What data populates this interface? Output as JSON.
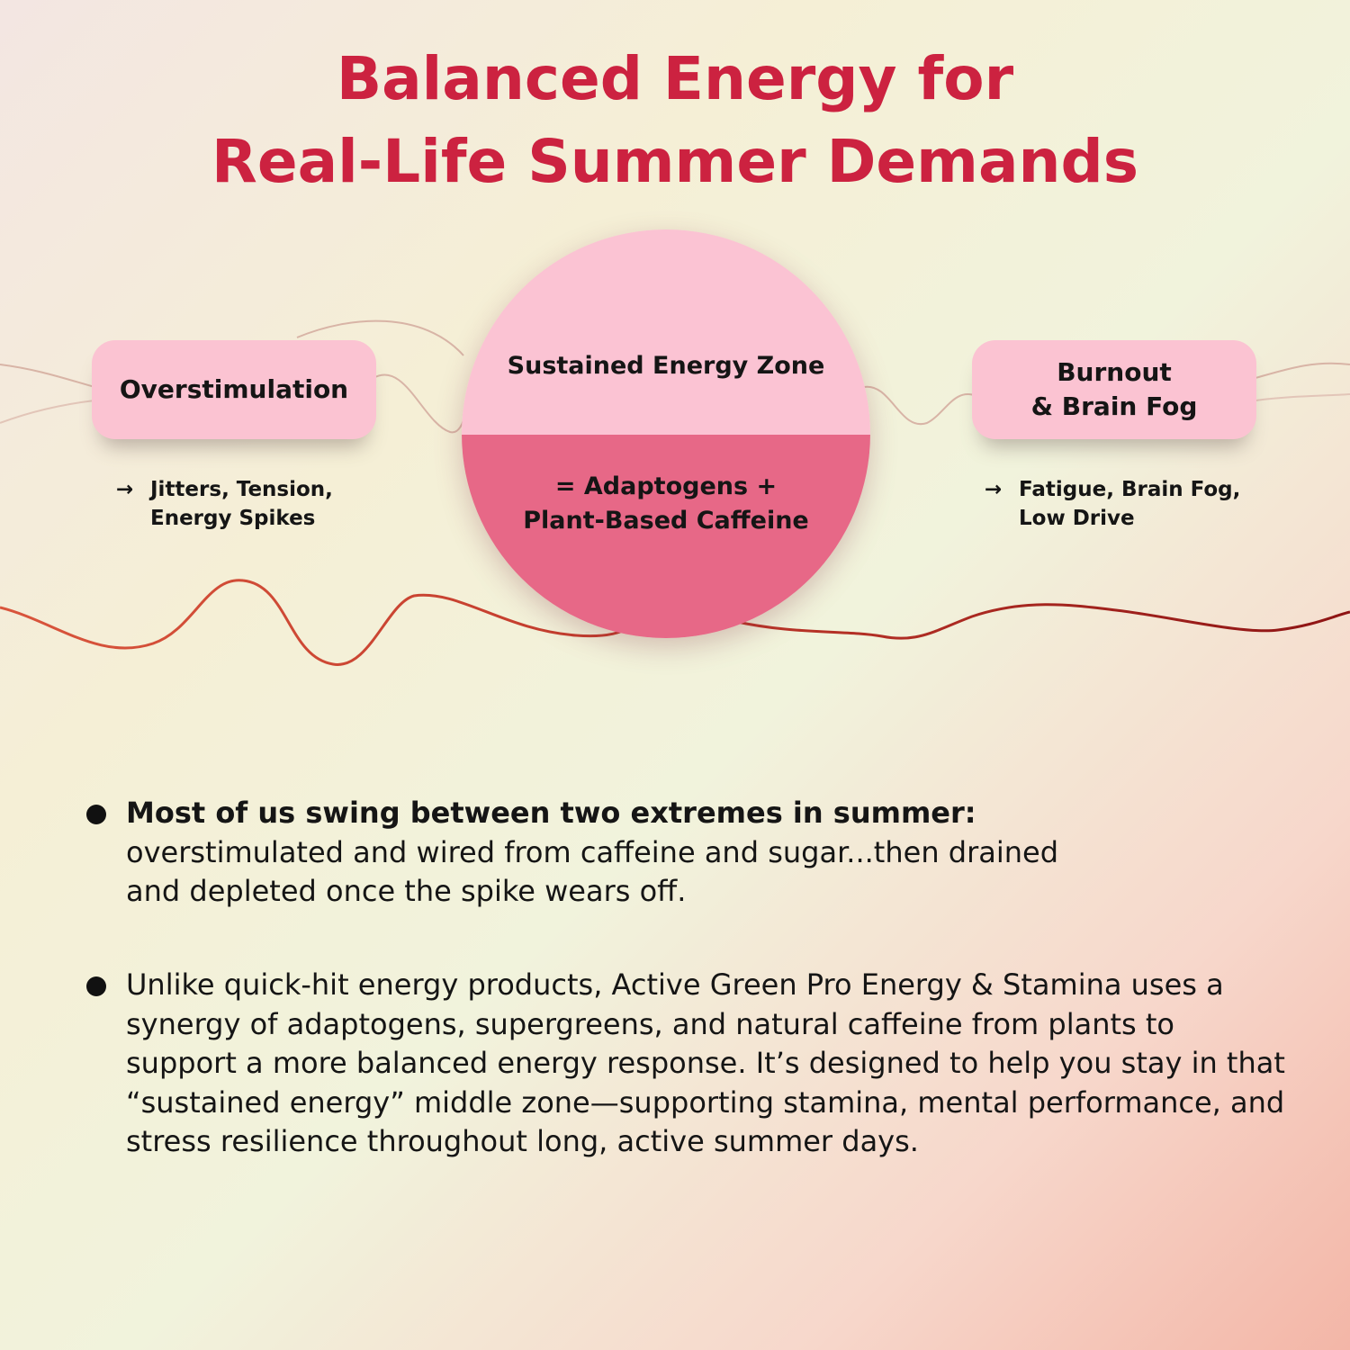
{
  "title": {
    "line1": "Balanced Energy for",
    "line2": "Real-Life Summer Demands"
  },
  "left": {
    "label": "Overstimulation",
    "arrow": "→",
    "effects_line1": "Jitters, Tension,",
    "effects_line2": "Energy Spikes"
  },
  "center": {
    "label": "Sustained Energy Zone",
    "formula_line1": "= Adaptogens +",
    "formula_line2": "Plant-Based Caffeine"
  },
  "right": {
    "label_line1": "Burnout",
    "label_line2": "& Brain Fog",
    "arrow": "→",
    "effects_line1": "Fatigue, Brain Fog,",
    "effects_line2": "Low Drive"
  },
  "bullets": [
    {
      "bold": "Most of us swing between two extremes in summer:",
      "text": "overstimulated and wired from caffeine and sugar...then drained and depleted once the spike wears off."
    },
    {
      "bold": "",
      "text": "Unlike quick-hit energy products, Active Green Pro Energy & Stamina uses a synergy of adaptogens, supergreens, and natural caffeine from plants to support a more balanced energy response. It’s designed to help you stay in that “sustained energy” middle zone—supporting stamina, mental performance, and stress resilience throughout long, active summer days."
    }
  ],
  "colors": {
    "title": "#cc2240",
    "pill": "#fbc3d2",
    "zone_top": "#fbc3d3",
    "zone_bottom": "#e76887",
    "wave": "#c0392b"
  }
}
